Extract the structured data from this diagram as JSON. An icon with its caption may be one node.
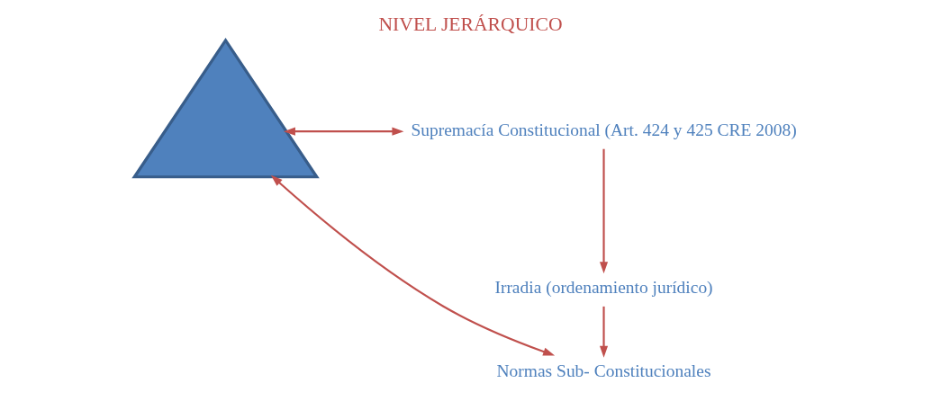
{
  "diagram": {
    "title": "NIVEL JERÁRQUICO",
    "nodes": [
      {
        "text": [],
        "shape": "triangle"
      },
      {
        "text": [
          "Supremacía Constitucional (Art. 424 y 425 CRE 2008)"
        ]
      },
      {
        "text": [
          "Irradia (ordenamiento jurídico)"
        ]
      },
      {
        "text": [
          "Normas Sub- Constitucionales"
        ]
      }
    ],
    "edges": [
      {
        "from": 0,
        "to": 1,
        "arrow": "both"
      },
      {
        "from": 1,
        "to": 2,
        "arrow": "to"
      },
      {
        "from": 2,
        "to": 3,
        "arrow": "to"
      },
      {
        "from": 0,
        "to": 3,
        "arrow": "both"
      }
    ]
  }
}
